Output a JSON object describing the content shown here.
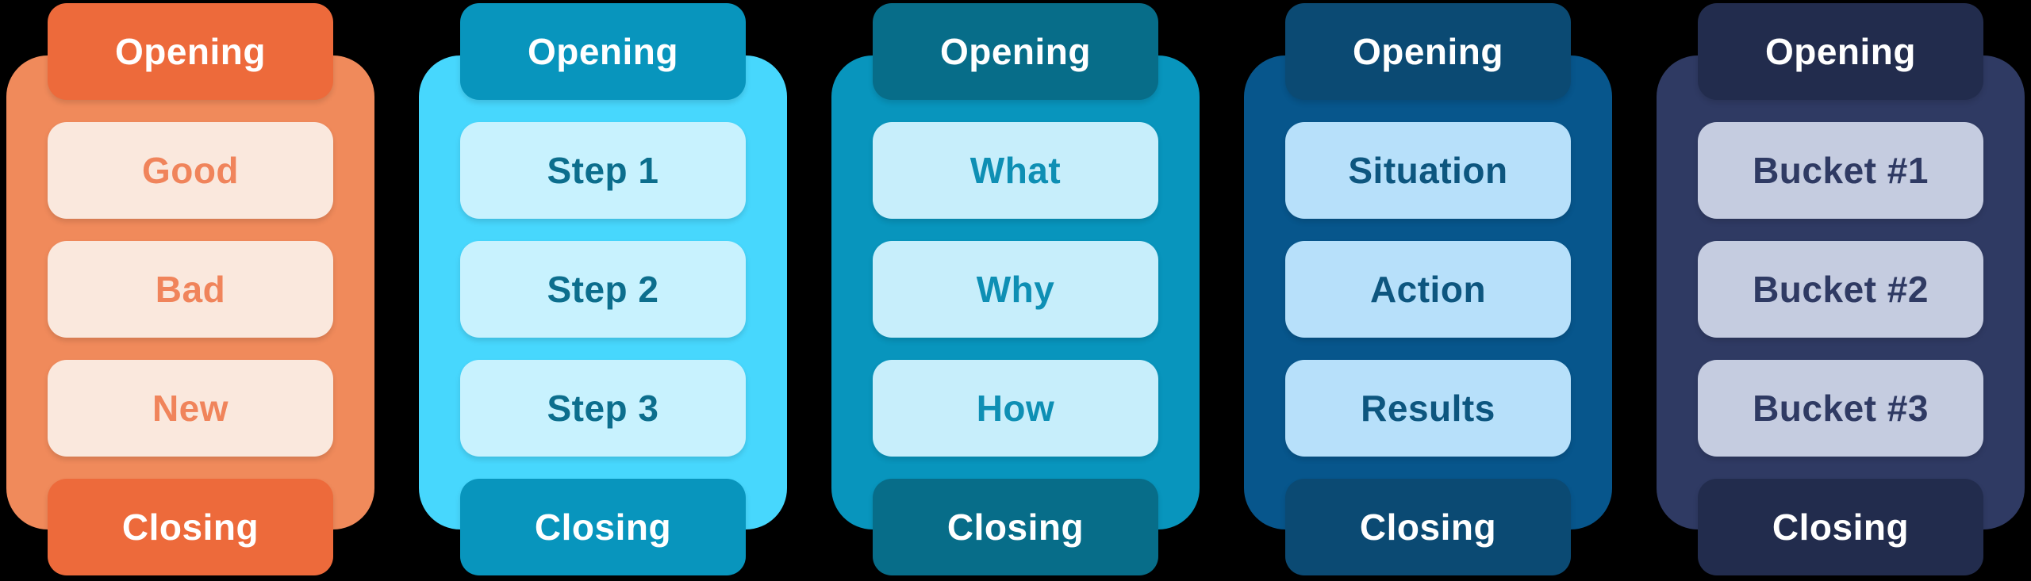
{
  "background_color": "#000000",
  "header_text_color": "#FFFFFF",
  "cards": [
    {
      "name": "good-bad-new",
      "opening_label": "Opening",
      "closing_label": "Closing",
      "items": [
        "Good",
        "Bad",
        "New"
      ],
      "colors": {
        "header": "#ED6A3B",
        "body": "#F08A5B",
        "item_bg": "#FAE8DD",
        "item_text": "#F0845B",
        "header_text": "#FFFFFF"
      }
    },
    {
      "name": "three-steps",
      "opening_label": "Opening",
      "closing_label": "Closing",
      "items": [
        "Step 1",
        "Step 2",
        "Step 3"
      ],
      "colors": {
        "header": "#0895BD",
        "body": "#47D7FD",
        "item_bg": "#C8F2FE",
        "item_text": "#0C6E8D",
        "header_text": "#FFFFFF"
      }
    },
    {
      "name": "what-why-how",
      "opening_label": "Opening",
      "closing_label": "Closing",
      "items": [
        "What",
        "Why",
        "How"
      ],
      "colors": {
        "header": "#076D89",
        "body": "#0895BD",
        "item_bg": "#C7EEFB",
        "item_text": "#0E8FB4",
        "header_text": "#FFFFFF"
      }
    },
    {
      "name": "situation-action-results",
      "opening_label": "Opening",
      "closing_label": "Closing",
      "items": [
        "Situation",
        "Action",
        "Results"
      ],
      "colors": {
        "header": "#0B4A73",
        "body": "#07568C",
        "item_bg": "#B7E0FA",
        "item_text": "#0D567F",
        "header_text": "#FFFFFF"
      }
    },
    {
      "name": "three-buckets",
      "opening_label": "Opening",
      "closing_label": "Closing",
      "items": [
        "Bucket #1",
        "Bucket #2",
        "Bucket #3"
      ],
      "colors": {
        "header": "#222C4D",
        "body": "#2F3A63",
        "item_bg": "#C5CCE0",
        "item_text": "#2F3A63",
        "header_text": "#FFFFFF"
      }
    }
  ]
}
